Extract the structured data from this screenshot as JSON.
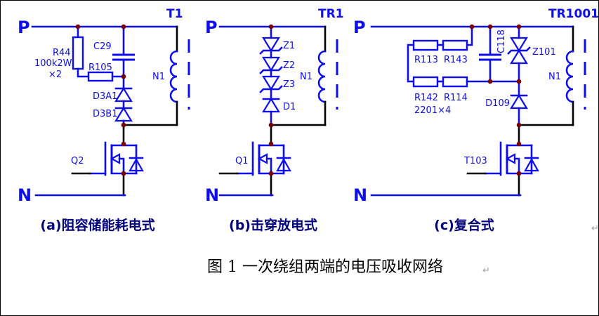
{
  "colors": {
    "wire": "#0d0df0",
    "navy": "#00007a",
    "dot": "#7a0000",
    "black": "#000000",
    "grey": "#9aa0a6",
    "background": "#ffffff"
  },
  "figure_caption": {
    "text": "图 1  一次绕组两端的电压吸收网络",
    "return_mark": "↵"
  },
  "circuits": [
    {
      "label_p": "P",
      "label_n": "N",
      "transformer": "T1",
      "winding": "N1",
      "caption": "(a)阻容储能耗电式",
      "components": {
        "r44": "R44",
        "r44_value": "100k2W",
        "r44_mult": "×2",
        "c29": "C29",
        "r105": "R105",
        "d3a1": "D3A1",
        "d3b1": "D3B1",
        "q2": "Q2"
      }
    },
    {
      "label_p": "P",
      "label_n": "N",
      "transformer": "TR1",
      "winding": "N1",
      "caption": "(b)击穿放电式",
      "components": {
        "z1": "Z1",
        "z2": "Z2",
        "z3": "Z3",
        "d1": "D1",
        "q1": "Q1"
      }
    },
    {
      "label_p": "P",
      "label_n": "N",
      "transformer": "TR1001",
      "winding": "N1",
      "caption": "(c)复合式",
      "components": {
        "r113": "R113",
        "r143": "R143",
        "r142": "R142",
        "r114": "R114",
        "r_value": "2201×4",
        "c118": "C118",
        "z101": "Z101",
        "d109": "D109",
        "t103": "T103"
      }
    }
  ]
}
